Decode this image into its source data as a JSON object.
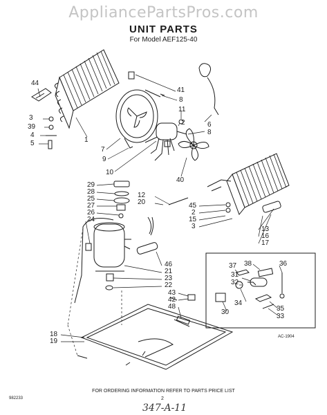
{
  "header": {
    "watermark": "AppliancePartsPros.com",
    "title": "UNIT PARTS",
    "subtitle": "For Model AEF125-40"
  },
  "callouts": {
    "c44": "44",
    "c3l": "3",
    "c39": "39",
    "c4": "4",
    "c5": "5",
    "c1": "1",
    "c7": "7",
    "c9": "9",
    "c10": "10",
    "c41": "41",
    "c8a": "8",
    "c11": "11",
    "c2a": "2",
    "c6": "6",
    "c8b": "8",
    "c40": "40",
    "c29": "29",
    "c28": "28",
    "c25": "25",
    "c27": "27",
    "c26": "26",
    "c24": "24",
    "c12": "12",
    "c20": "20",
    "c45": "45",
    "c2b": "2",
    "c15": "15",
    "c3r": "3",
    "c13": "13",
    "c16": "16",
    "c17": "17",
    "c46": "46",
    "c21": "21",
    "c23": "23",
    "c22": "22",
    "c43": "43",
    "c42": "42",
    "c48": "48",
    "c18": "18",
    "c19": "19",
    "c37": "37",
    "c38": "38",
    "c36": "36",
    "c31": "31",
    "c32": "32",
    "c34": "34",
    "c30": "30",
    "c35": "35",
    "c33": "33"
  },
  "footer": {
    "note": "FOR ORDERING INFORMATION REFER TO PARTS PRICE LIST",
    "code_left": "982233",
    "code_right": "AC-1904",
    "page": "2",
    "handwritten": "347-A-11"
  }
}
